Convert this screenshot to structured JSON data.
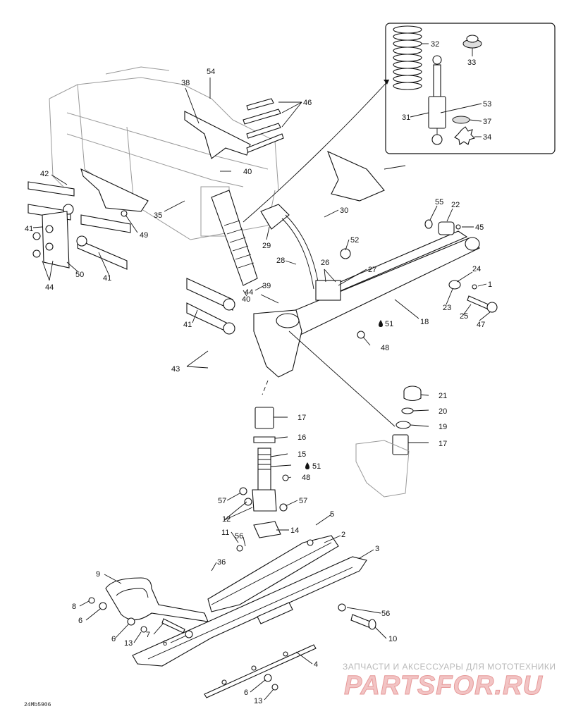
{
  "diagram": {
    "code": "24Mb5906",
    "watermark_text": "ЗАПЧАСТИ И АКСЕССУАРЫ ДЛЯ МОТОТЕХНИКИ",
    "watermark_logo": "PARTSFOR.RU"
  },
  "callouts": [
    {
      "id": "c54",
      "text": "54"
    },
    {
      "id": "c38",
      "text": "38"
    },
    {
      "id": "c46",
      "text": "46"
    },
    {
      "id": "c42",
      "text": "42"
    },
    {
      "id": "c40a",
      "text": "40"
    },
    {
      "id": "c35",
      "text": "35"
    },
    {
      "id": "c41a",
      "text": "41"
    },
    {
      "id": "c49",
      "text": "49"
    },
    {
      "id": "c50",
      "text": "50"
    },
    {
      "id": "c44a",
      "text": "44"
    },
    {
      "id": "c41b",
      "text": "41"
    },
    {
      "id": "c41c",
      "text": "41"
    },
    {
      "id": "c43",
      "text": "43"
    },
    {
      "id": "c40b",
      "text": "40"
    },
    {
      "id": "c44b",
      "text": "44"
    },
    {
      "id": "c39",
      "text": "39"
    },
    {
      "id": "c28",
      "text": "28"
    },
    {
      "id": "c29",
      "text": "29"
    },
    {
      "id": "c30",
      "text": "30"
    },
    {
      "id": "c52",
      "text": "52"
    },
    {
      "id": "c26",
      "text": "26"
    },
    {
      "id": "c27",
      "text": "27"
    },
    {
      "id": "c18",
      "text": "18"
    },
    {
      "id": "c51a",
      "text": "51"
    },
    {
      "id": "c48a",
      "text": "48"
    },
    {
      "id": "c32",
      "text": "32"
    },
    {
      "id": "c33",
      "text": "33"
    },
    {
      "id": "c53",
      "text": "53"
    },
    {
      "id": "c31",
      "text": "31"
    },
    {
      "id": "c37",
      "text": "37"
    },
    {
      "id": "c34",
      "text": "34"
    },
    {
      "id": "c55",
      "text": "55"
    },
    {
      "id": "c22",
      "text": "22"
    },
    {
      "id": "c45",
      "text": "45"
    },
    {
      "id": "c24",
      "text": "24"
    },
    {
      "id": "c1",
      "text": "1"
    },
    {
      "id": "c23",
      "text": "23"
    },
    {
      "id": "c25",
      "text": "25"
    },
    {
      "id": "c47",
      "text": "47"
    },
    {
      "id": "c21",
      "text": "21"
    },
    {
      "id": "c20",
      "text": "20"
    },
    {
      "id": "c19",
      "text": "19"
    },
    {
      "id": "c17b",
      "text": "17"
    },
    {
      "id": "c17a",
      "text": "17"
    },
    {
      "id": "c16",
      "text": "16"
    },
    {
      "id": "c15",
      "text": "15"
    },
    {
      "id": "c51b",
      "text": "51"
    },
    {
      "id": "c48b",
      "text": "48"
    },
    {
      "id": "c57a",
      "text": "57"
    },
    {
      "id": "c57b",
      "text": "57"
    },
    {
      "id": "c12",
      "text": "12"
    },
    {
      "id": "c14",
      "text": "14"
    },
    {
      "id": "c5",
      "text": "5"
    },
    {
      "id": "c11",
      "text": "11"
    },
    {
      "id": "c56a",
      "text": "56"
    },
    {
      "id": "c2",
      "text": "2"
    },
    {
      "id": "c3",
      "text": "3"
    },
    {
      "id": "c36",
      "text": "36"
    },
    {
      "id": "c9",
      "text": "9"
    },
    {
      "id": "c8",
      "text": "8"
    },
    {
      "id": "c6a",
      "text": "6"
    },
    {
      "id": "c6b",
      "text": "6"
    },
    {
      "id": "c13a",
      "text": "13"
    },
    {
      "id": "c7",
      "text": "7"
    },
    {
      "id": "c6c",
      "text": "6"
    },
    {
      "id": "c56b",
      "text": "56"
    },
    {
      "id": "c10",
      "text": "10"
    },
    {
      "id": "c4",
      "text": "4"
    },
    {
      "id": "c6d",
      "text": "6"
    },
    {
      "id": "c13b",
      "text": "13"
    }
  ]
}
